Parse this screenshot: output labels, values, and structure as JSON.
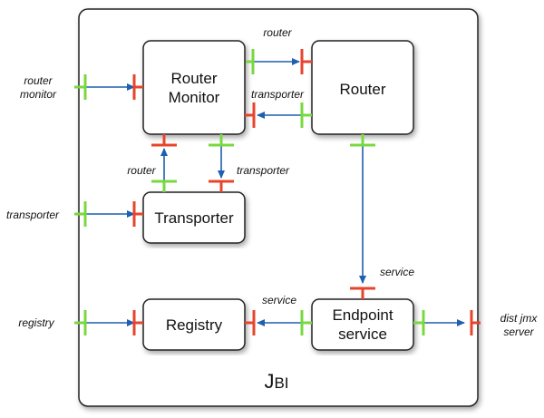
{
  "diagram": {
    "container_title_initial": "J",
    "container_title_rest": "BI",
    "boxes": {
      "router_monitor": [
        "Router",
        "Monitor"
      ],
      "router": "Router",
      "transporter": "Transporter",
      "registry": "Registry",
      "endpoint_service": [
        "Endpoint",
        "service"
      ]
    },
    "labels": {
      "router_monitor_ext": [
        "router",
        "monitor"
      ],
      "transporter_ext": "transporter",
      "registry_ext": "registry",
      "dist_jmx_server": [
        "dist jmx",
        "server"
      ],
      "rm_to_router": "router",
      "router_to_rm": "transporter",
      "transporter_to_rm": "router",
      "rm_to_transporter": "transporter",
      "router_to_endpoint": "service",
      "endpoint_to_registry": "service"
    },
    "colors": {
      "required_port": "#e8442c",
      "provided_port": "#78d840",
      "arrow": "#1f5fb0",
      "box_border": "#222222",
      "container_fill": "#ffffff"
    }
  }
}
